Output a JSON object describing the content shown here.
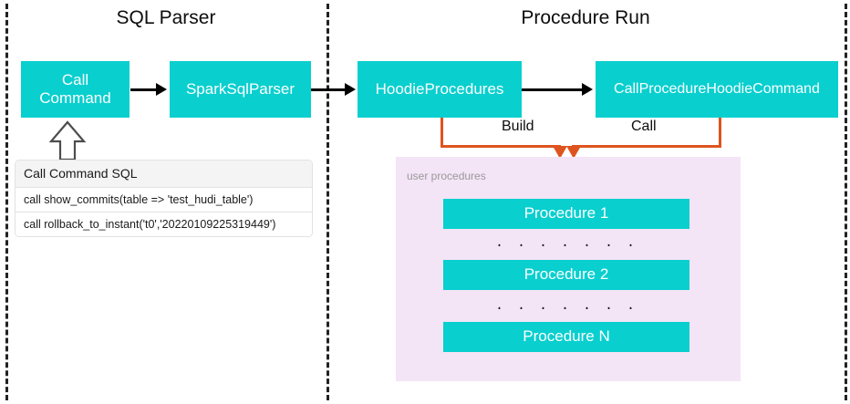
{
  "diagram": {
    "sections": [
      {
        "title": "SQL Parser"
      },
      {
        "title": "Procedure Run"
      }
    ],
    "nodes": {
      "call_command": "Call\nCommand",
      "call_command_line1": "Call",
      "call_command_line2": "Command",
      "spark_sql_parser": "SparkSqlParser",
      "hoodie_procedures": "HoodieProcedures",
      "call_procedure_hoodie_command": "CallProcedureHoodieCommand"
    },
    "edge_labels": {
      "build": "Build",
      "call": "Call"
    },
    "sql_card": {
      "header": "Call Command SQL",
      "rows": [
        "call show_commits(table => 'test_hudi_table')",
        "call rollback_to_instant('t0','20220109225319449')"
      ]
    },
    "procedures_panel": {
      "label": "user procedures",
      "items": [
        "Procedure 1",
        "Procedure 2",
        "Procedure N"
      ],
      "separator": ". . . . . . ."
    },
    "colors": {
      "teal": "#09CFCF",
      "orange": "#DE541E",
      "panel": "#F3E4F6",
      "arrow": "#000000",
      "dash": "#222222",
      "panel_label": "#999999"
    }
  }
}
